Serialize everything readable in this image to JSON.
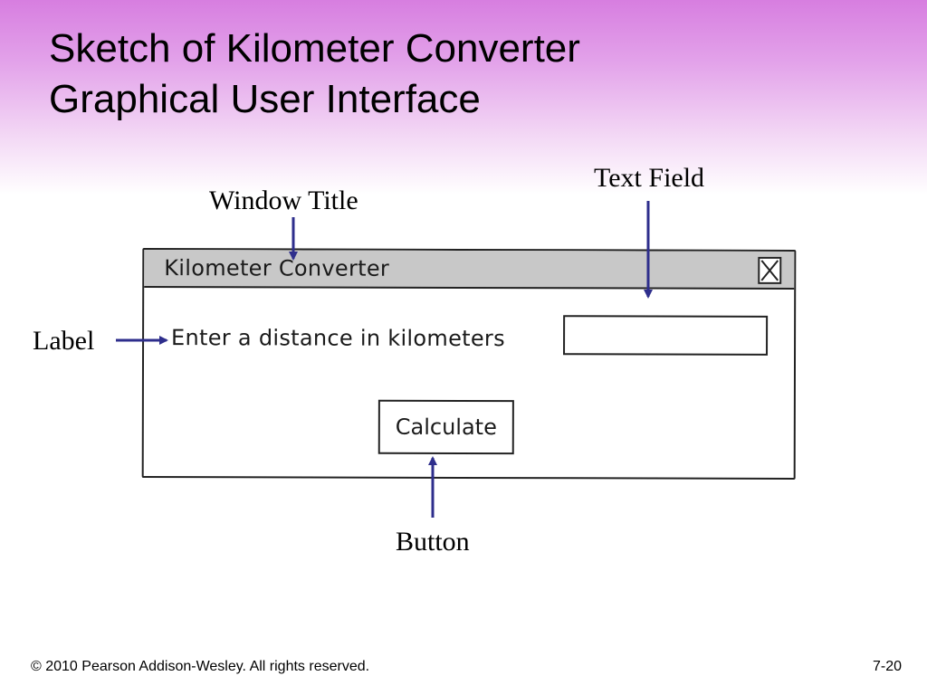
{
  "slide": {
    "title_line1": "Sketch of Kilometer Converter",
    "title_line2": "Graphical User Interface"
  },
  "callouts": {
    "window_title": "Window Title",
    "text_field": "Text Field",
    "label": "Label",
    "button": "Button"
  },
  "sketch_window": {
    "title": "Kilometer Converter",
    "label_text": "Enter a distance in kilometers",
    "input_value": "",
    "button_label": "Calculate",
    "close_icon": "close-box-icon"
  },
  "footer": {
    "copyright": "© 2010 Pearson Addison-Wesley. All rights reserved.",
    "page_number": "7-20"
  },
  "colors": {
    "arrow": "#2e2e8c",
    "header_gradient": "#d77ee0",
    "titlebar": "#c8c8c8"
  }
}
